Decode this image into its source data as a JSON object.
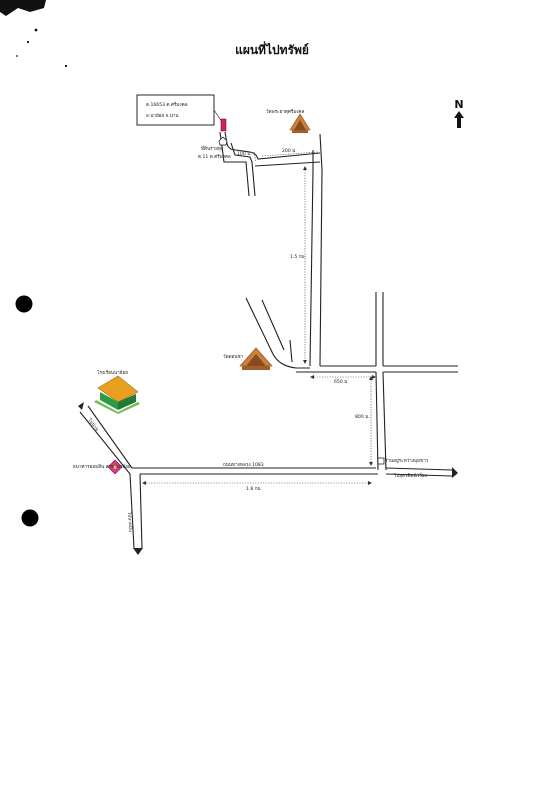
{
  "title": "แผนที่ไปทรัพย์",
  "north_label": "N",
  "property_box": {
    "line1": "ต.16653 ต.ศรีมงคล",
    "line2": "อ.นาย้อย จ.น่าน"
  },
  "labels": {
    "temple_north": "วัดพระธาตุศรีมงคล",
    "temple_center": "วัดดอนชา",
    "school": "โรงเรียนนาย้อย",
    "bank": "ธนาคารออมสิน สาขานาย้อย",
    "health_center": "ร้านอยู่ระหว่างมุมขาว",
    "junction_note": "ที่ดินรายทุ่ง",
    "junction_note2": "ต.11 ต.ศรีมงคล",
    "road_main": "ถนนทางหลวง 1083",
    "to_left_up": "ไปน่าน",
    "to_left_down": "ไปนาหมื่น",
    "to_right": "ไปอุตรดิตถ์/เวียง"
  },
  "distances": {
    "d_100m": "100 ม.",
    "d_200m": "200 ม.",
    "d_15km": "1.5 กม.",
    "d_650m": "650 ม.",
    "d_800m": "800 ม.",
    "d_18km": "1.8 กม."
  },
  "colors": {
    "roof": "#c8823a",
    "roof_dark": "#8a4a1c",
    "school_roof": "#e8a020",
    "school_wall": "#2e9a44",
    "bank": "#d63a8a",
    "marker": "#d0206a"
  }
}
